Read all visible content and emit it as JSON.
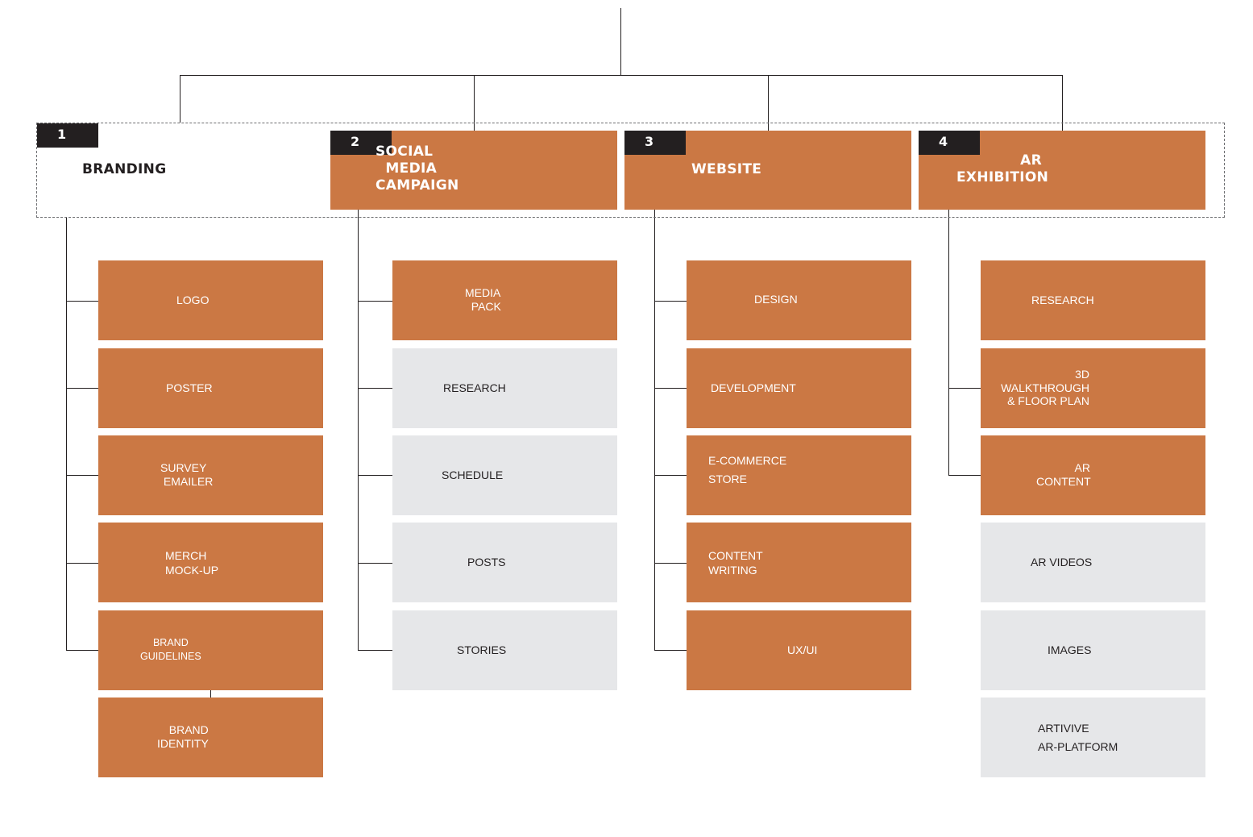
{
  "colors": {
    "accent": "#cb7844",
    "muted": "#e6e7e9",
    "dark": "#231f20",
    "line": "#231f20"
  },
  "sections": [
    {
      "number": "1",
      "title": "BRANDING",
      "items": [
        {
          "label": "LOGO",
          "status": "orange"
        },
        {
          "label": "POSTER",
          "status": "orange"
        },
        {
          "label": "SURVEY\n EMAILER",
          "status": "orange"
        },
        {
          "label": "MERCH\nMOCK-UP",
          "status": "orange"
        },
        {
          "label": "BRAND\nGUIDELINES",
          "status": "orange"
        },
        {
          "label": "BRAND\nIDENTITY",
          "status": "orange"
        }
      ]
    },
    {
      "number": "2",
      "title": "SOCIAL\n  MEDIA\nCAMPAIGN",
      "items": [
        {
          "label": "MEDIA\n  PACK",
          "status": "orange"
        },
        {
          "label": "RESEARCH",
          "status": "grey"
        },
        {
          "label": "SCHEDULE",
          "status": "grey"
        },
        {
          "label": "POSTS",
          "status": "grey"
        },
        {
          "label": "STORIES",
          "status": "grey"
        }
      ]
    },
    {
      "number": "3",
      "title": "WEBSITE",
      "items": [
        {
          "label": "DESIGN",
          "status": "orange"
        },
        {
          "label": "DEVELOPMENT",
          "status": "orange"
        },
        {
          "label": "E-COMMERCE\n\nSTORE",
          "status": "orange"
        },
        {
          "label": "CONTENT\nWRITING",
          "status": "orange"
        },
        {
          "label": "UX/UI",
          "status": "orange"
        }
      ]
    },
    {
      "number": "4",
      "title": "AR\nEXHIBITION",
      "items": [
        {
          "label": "RESEARCH",
          "status": "orange"
        },
        {
          "label": "3D\nWALKTHROUGH\n& FLOOR PLAN",
          "status": "orange"
        },
        {
          "label": "AR\nCONTENT",
          "status": "orange"
        },
        {
          "label": "AR VIDEOS",
          "status": "grey"
        },
        {
          "label": "IMAGES",
          "status": "grey"
        },
        {
          "label": "ARTIVIVE\n\nAR-PLATFORM",
          "status": "grey"
        }
      ]
    }
  ]
}
